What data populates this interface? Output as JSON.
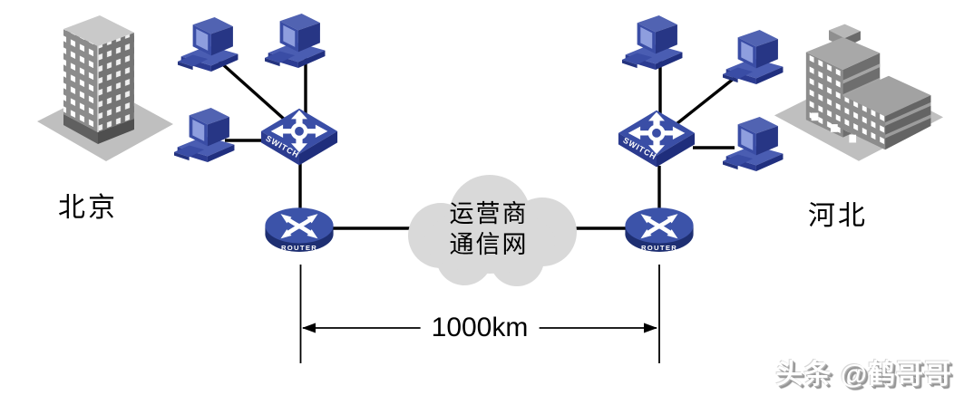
{
  "sites": {
    "left": {
      "name": "北京",
      "computers": 3,
      "devices": [
        "SWITCH",
        "ROUTER"
      ]
    },
    "right": {
      "name": "河北",
      "computers": 3,
      "devices": [
        "SWITCH",
        "ROUTER"
      ]
    }
  },
  "devices": {
    "switch_label": "SWITCH",
    "router_label": "ROUTER"
  },
  "wan": {
    "cloud_line1": "运营商",
    "cloud_line2": "通信网",
    "distance_label": "1000km"
  },
  "watermark": {
    "text": "头条 @鹤哥哥"
  },
  "colors": {
    "device_blue_top": "#3a4ea6",
    "device_blue_mid": "#2b3b8f",
    "device_blue_dark": "#1e2f72",
    "screen_blue": "#8e9ede",
    "cloud_gray": "#d9d9d9",
    "building_face_gray": "#8c8c8c",
    "ground_gray": "#bfbfbf",
    "line_color": "#000000",
    "background": "#ffffff"
  }
}
